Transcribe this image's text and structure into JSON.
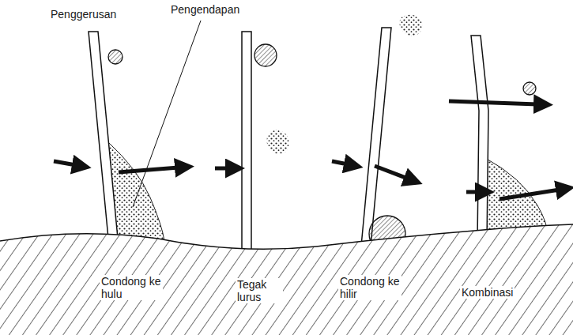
{
  "diagram": {
    "labels": [
      "Penggerusan",
      "Pengendapan",
      "Condong ke hulu",
      "Tegak lurus",
      "Condong ke hilir",
      "Kombinasi"
    ]
  }
}
